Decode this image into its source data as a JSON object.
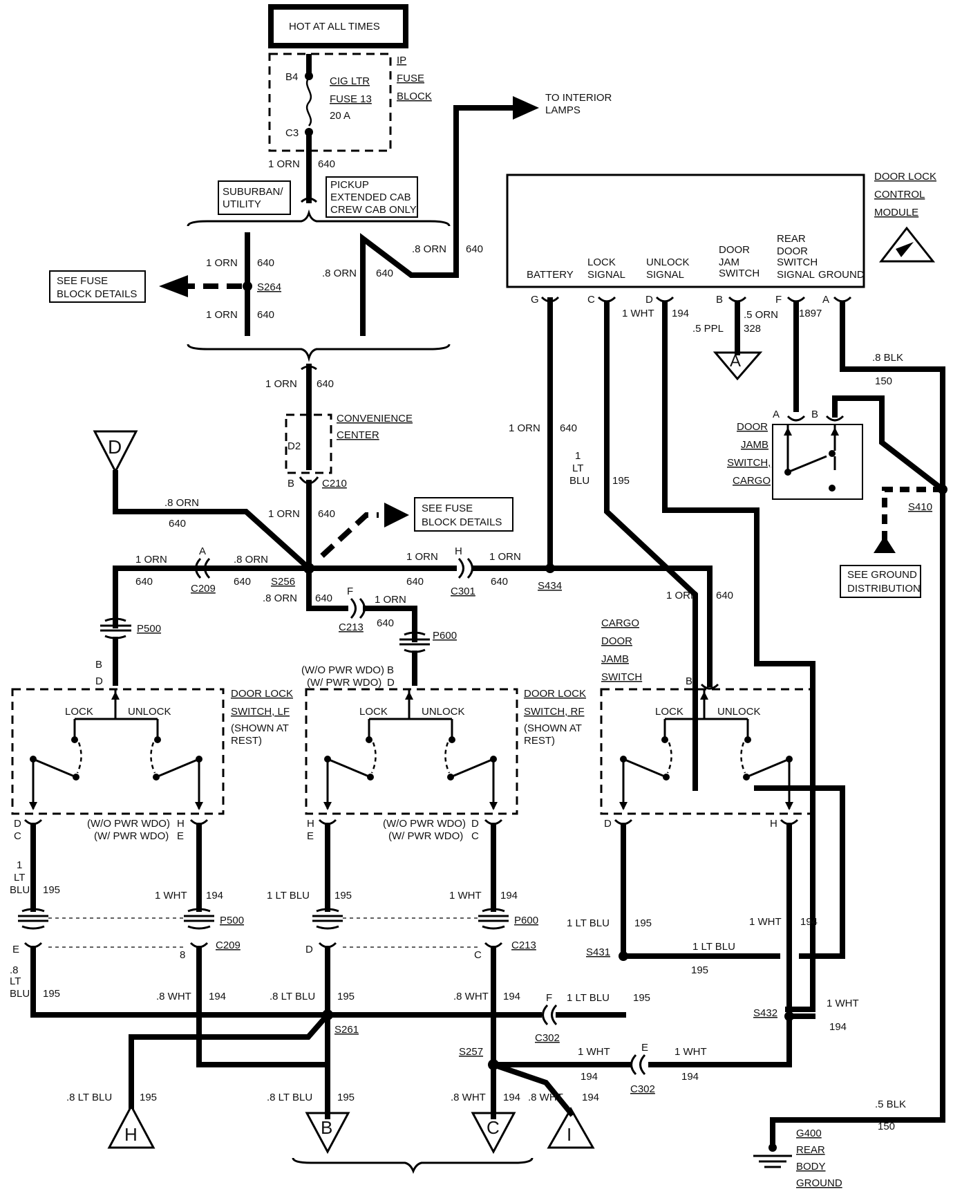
{
  "power": {
    "hot_label": "HOT AT ALL TIMES",
    "fuse_block": [
      "IP",
      "FUSE",
      "BLOCK"
    ],
    "fuse_name": [
      "CIG LTR",
      "FUSE 13",
      "20 A"
    ],
    "pin_b4": "B4",
    "pin_c3": "C3"
  },
  "variants": {
    "suburban": [
      "SUBURBAN/",
      "UTILITY"
    ],
    "pickup": [
      "PICKUP",
      "EXTENDED CAB",
      "CREW CAB ONLY"
    ]
  },
  "interior": [
    "TO INTERIOR",
    "LAMPS"
  ],
  "fuse_details": [
    "SEE FUSE",
    "BLOCK DETAILS"
  ],
  "ground_dist": [
    "SEE GROUND",
    "DISTRIBUTION"
  ],
  "convenience": [
    "CONVENIENCE",
    "CENTER"
  ],
  "module": {
    "name": [
      "DOOR LOCK",
      "CONTROL",
      "MODULE"
    ],
    "pins": [
      {
        "label": [
          "BATTERY"
        ],
        "pin": "G"
      },
      {
        "label": [
          "LOCK",
          "SIGNAL"
        ],
        "pin": "C"
      },
      {
        "label": [
          "UNLOCK",
          "SIGNAL"
        ],
        "pin": "D"
      },
      {
        "label": [
          "DOOR",
          "JAM",
          "SWITCH"
        ],
        "pin": "B"
      },
      {
        "label": [
          "REAR",
          "DOOR",
          "SWITCH",
          "SIGNAL"
        ],
        "pin": "F"
      },
      {
        "label": [
          "GROUND"
        ],
        "pin": "A"
      }
    ]
  },
  "door_jamb_switch": [
    "DOOR",
    "JAMB",
    "SWITCH,",
    "CARGO"
  ],
  "cargo_switch": [
    "CARGO",
    "DOOR",
    "JAMB",
    "SWITCH"
  ],
  "switches": {
    "lf": [
      "DOOR LOCK",
      "SWITCH, LF",
      "(SHOWN AT",
      "REST)"
    ],
    "rf": [
      "DOOR LOCK",
      "SWITCH, RF",
      "(SHOWN AT",
      "REST)"
    ],
    "lock": "LOCK",
    "unlock": "UNLOCK",
    "wo_pwr": "(W/O PWR WDO)",
    "w_pwr": "(W/ PWR WDO)"
  },
  "ground": [
    "G400",
    "REAR",
    "BODY",
    "GROUND"
  ],
  "labels": [
    {
      "id": "l1",
      "t": "1 ORN"
    },
    {
      "id": "l2",
      "t": "640"
    },
    {
      "id": "l3",
      "t": "1 ORN"
    },
    {
      "id": "l4",
      "t": "640"
    },
    {
      "id": "l5",
      "t": "S264"
    },
    {
      "id": "l6",
      "t": "1 ORN"
    },
    {
      "id": "l7",
      "t": "640"
    },
    {
      "id": "l8",
      "t": ".8 ORN"
    },
    {
      "id": "l9",
      "t": "640"
    },
    {
      "id": "l10",
      "t": ".8 ORN"
    },
    {
      "id": "l11",
      "t": "640"
    },
    {
      "id": "l12",
      "t": "1 ORN"
    },
    {
      "id": "l13",
      "t": "640"
    },
    {
      "id": "l14",
      "t": "D2"
    },
    {
      "id": "l15",
      "t": "B"
    },
    {
      "id": "l16",
      "t": "C210"
    },
    {
      "id": "l17",
      "t": "1 ORN"
    },
    {
      "id": "l18",
      "t": "640"
    },
    {
      "id": "l19",
      "t": ".8 ORN"
    },
    {
      "id": "l20",
      "t": "640"
    },
    {
      "id": "l21",
      "t": "1 ORN"
    },
    {
      "id": "l22",
      "t": "640"
    },
    {
      "id": "l23",
      "t": "A"
    },
    {
      "id": "l24",
      "t": "C209"
    },
    {
      "id": "l25",
      "t": ".8 ORN"
    },
    {
      "id": "l26",
      "t": "640"
    },
    {
      "id": "l27",
      "t": "S256"
    },
    {
      "id": "l28",
      "t": ".8 ORN"
    },
    {
      "id": "l29",
      "t": "640"
    },
    {
      "id": "l30",
      "t": "F"
    },
    {
      "id": "l31",
      "t": "1 ORN"
    },
    {
      "id": "l32",
      "t": "C213"
    },
    {
      "id": "l33",
      "t": "640"
    },
    {
      "id": "l34",
      "t": "1 ORN"
    },
    {
      "id": "l35",
      "t": "H"
    },
    {
      "id": "l36",
      "t": "1 ORN"
    },
    {
      "id": "l37",
      "t": "640"
    },
    {
      "id": "l38",
      "t": "C301"
    },
    {
      "id": "l39",
      "t": "640"
    },
    {
      "id": "l40",
      "t": "S434"
    },
    {
      "id": "l41",
      "t": "1 ORN"
    },
    {
      "id": "l42",
      "t": "640"
    },
    {
      "id": "l43",
      "t": "1 ORN"
    },
    {
      "id": "l44",
      "t": "640"
    },
    {
      "id": "l45",
      "t": "1"
    },
    {
      "id": "l46",
      "t": "LT"
    },
    {
      "id": "l47",
      "t": "BLU"
    },
    {
      "id": "l48",
      "t": "195"
    },
    {
      "id": "l49",
      "t": "1 WHT"
    },
    {
      "id": "l50",
      "t": "194"
    },
    {
      "id": "l51",
      "t": ".5 PPL"
    },
    {
      "id": "l52",
      "t": ".5 ORN"
    },
    {
      "id": "l53",
      "t": "328"
    },
    {
      "id": "l54",
      "t": "1897"
    },
    {
      "id": "l55",
      "t": ".8 BLK"
    },
    {
      "id": "l56",
      "t": "150"
    },
    {
      "id": "l57",
      "t": "A"
    },
    {
      "id": "l58",
      "t": "B"
    },
    {
      "id": "l59",
      "t": "S410"
    },
    {
      "id": "l60",
      "t": "P500"
    },
    {
      "id": "l61",
      "t": "P600"
    },
    {
      "id": "l62",
      "t": "B"
    },
    {
      "id": "l63",
      "t": "D"
    },
    {
      "id": "l64",
      "t": "B"
    },
    {
      "id": "l65",
      "t": "D"
    },
    {
      "id": "l66",
      "t": "B"
    },
    {
      "id": "l67",
      "t": "D"
    },
    {
      "id": "l68",
      "t": "C"
    },
    {
      "id": "l69",
      "t": "H"
    },
    {
      "id": "l70",
      "t": "E"
    },
    {
      "id": "l71",
      "t": "H"
    },
    {
      "id": "l72",
      "t": "E"
    },
    {
      "id": "l73",
      "t": "D"
    },
    {
      "id": "l74",
      "t": "C"
    },
    {
      "id": "l75",
      "t": "D"
    },
    {
      "id": "l76",
      "t": "H"
    },
    {
      "id": "l77",
      "t": "1"
    },
    {
      "id": "l78",
      "t": "LT"
    },
    {
      "id": "l79",
      "t": "BLU"
    },
    {
      "id": "l80",
      "t": "195"
    },
    {
      "id": "l81",
      "t": "1 WHT"
    },
    {
      "id": "l82",
      "t": "194"
    },
    {
      "id": "l83",
      "t": "1 LT BLU"
    },
    {
      "id": "l84",
      "t": "195"
    },
    {
      "id": "l85",
      "t": "1 WHT"
    },
    {
      "id": "l86",
      "t": "194"
    },
    {
      "id": "l87",
      "t": "1 LT BLU"
    },
    {
      "id": "l88",
      "t": "195"
    },
    {
      "id": "l89",
      "t": "1 WHT"
    },
    {
      "id": "l90",
      "t": "194"
    },
    {
      "id": "l91",
      "t": "P500"
    },
    {
      "id": "l92",
      "t": "C209"
    },
    {
      "id": "l93",
      "t": "P600"
    },
    {
      "id": "l94",
      "t": "C213"
    },
    {
      "id": "l95",
      "t": "E"
    },
    {
      "id": "l96",
      "t": "8"
    },
    {
      "id": "l97",
      "t": "D"
    },
    {
      "id": "l98",
      "t": "C"
    },
    {
      "id": "l99",
      "t": "S431"
    },
    {
      "id": "l100",
      "t": "1 LT BLU"
    },
    {
      "id": "l101",
      "t": "195"
    },
    {
      "id": "l102",
      "t": ".8"
    },
    {
      "id": "l103",
      "t": "LT"
    },
    {
      "id": "l104",
      "t": "BLU"
    },
    {
      "id": "l105",
      "t": "195"
    },
    {
      "id": "l106",
      "t": ".8 WHT"
    },
    {
      "id": "l107",
      "t": "194"
    },
    {
      "id": "l108",
      "t": ".8 LT BLU"
    },
    {
      "id": "l109",
      "t": "195"
    },
    {
      "id": "l110",
      "t": ".8 WHT"
    },
    {
      "id": "l111",
      "t": "194"
    },
    {
      "id": "l112",
      "t": "F"
    },
    {
      "id": "l113",
      "t": "1 LT BLU"
    },
    {
      "id": "l114",
      "t": "195"
    },
    {
      "id": "l115",
      "t": "C302"
    },
    {
      "id": "l116",
      "t": "S261"
    },
    {
      "id": "l117",
      "t": "S432"
    },
    {
      "id": "l118",
      "t": "1 WHT"
    },
    {
      "id": "l119",
      "t": "194"
    },
    {
      "id": "l120",
      "t": "S257"
    },
    {
      "id": "l121",
      "t": "1 WHT"
    },
    {
      "id": "l122",
      "t": "194"
    },
    {
      "id": "l123",
      "t": "E"
    },
    {
      "id": "l124",
      "t": "C302"
    },
    {
      "id": "l125",
      "t": "1 WHT"
    },
    {
      "id": "l126",
      "t": "194"
    },
    {
      "id": "l127",
      "t": ".8 LT BLU"
    },
    {
      "id": "l128",
      "t": "195"
    },
    {
      "id": "l129",
      "t": ".8 LT BLU"
    },
    {
      "id": "l130",
      "t": "195"
    },
    {
      "id": "l131",
      "t": ".8 WHT"
    },
    {
      "id": "l132",
      "t": "194"
    },
    {
      "id": "l133",
      "t": ".8 WHT"
    },
    {
      "id": "l134",
      "t": "194"
    },
    {
      "id": "l135",
      "t": ".5 BLK"
    },
    {
      "id": "l136",
      "t": "150"
    },
    {
      "id": "l137",
      "t": "A"
    },
    {
      "id": "l138",
      "t": "D"
    },
    {
      "id": "l139",
      "t": "H"
    },
    {
      "id": "l140",
      "t": "B"
    },
    {
      "id": "l141",
      "t": "C"
    },
    {
      "id": "l142",
      "t": "I"
    }
  ]
}
